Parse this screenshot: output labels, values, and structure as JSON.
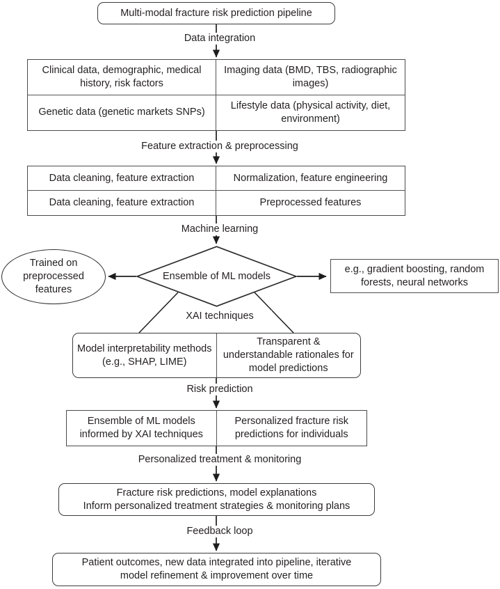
{
  "diagram": {
    "title": "Multi-modal fracture risk prediction pipeline",
    "type": "flowchart",
    "orientation": "top-to-bottom",
    "accent_color": "#231f20",
    "border_color": "#3b3b3b",
    "background_color": "#ffffff"
  },
  "nodes": {
    "pipeline_title": "Multi-modal fracture risk prediction pipeline",
    "data_sources": {
      "clinical": "Clinical data, demographic, medical history, risk factors",
      "imaging": "Imaging data (BMD, TBS, radiographic images)",
      "genetic": "Genetic data (genetic markets SNPs)",
      "lifestyle": "Lifestyle data (physical activity, diet, environment)"
    },
    "preprocessing": {
      "cleaning_1": "Data cleaning, feature extraction",
      "normalization": "Normalization, feature engineering",
      "cleaning_2": "Data cleaning, feature extraction",
      "preprocessed": "Preprocessed features"
    },
    "ml_decision": "Ensemble of ML models",
    "trained_on": "Trained on preprocessed features",
    "ml_examples": "e.g., gradient boosting, random forests, neural networks",
    "xai": {
      "left": "Model interpretability methods (e.g., SHAP, LIME)",
      "right": "Transparent & understandable rationales for model predictions"
    },
    "risk_outputs": {
      "left": "Ensemble of ML models informed by XAI techniques",
      "right": "Personalized fracture risk predictions for individuals"
    },
    "treatment": "Fracture risk predictions, model explanations Inform personalized treatment strategies & monitoring plans",
    "treatment_line1": "Fracture risk predictions, model explanations",
    "treatment_line2": "Inform personalized treatment strategies & monitoring plans",
    "feedback": "Patient outcomes, new data integrated into pipeline, iterative model refinement & improvement over time",
    "feedback_line1": "Patient outcomes, new data integrated into pipeline, iterative",
    "feedback_line2": "model refinement & improvement over time"
  },
  "edge_labels": {
    "data_integration": "Data integration",
    "feature_extraction": "Feature extraction & preprocessing",
    "machine_learning": "Machine learning",
    "xai_techniques": "XAI techniques",
    "risk_prediction": "Risk prediction",
    "personalized_treatment": "Personalized treatment & monitoring",
    "feedback_loop": "Feedback loop"
  }
}
